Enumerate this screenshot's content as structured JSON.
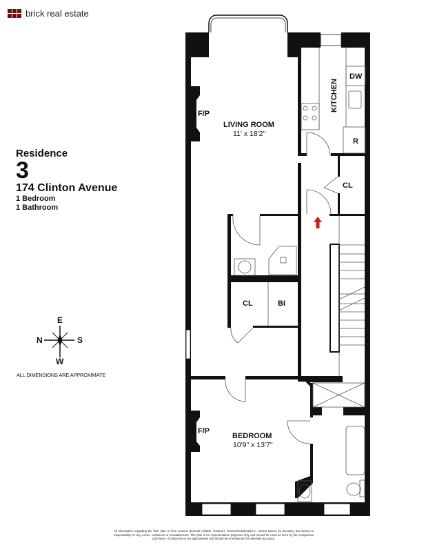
{
  "brand": {
    "name": "brick real estate",
    "color": "#6b0f14"
  },
  "residence": {
    "label": "Residence",
    "number": "3",
    "address": "174 Clinton Avenue",
    "bedrooms": "1 Bedroom",
    "bathrooms": "1 Bathroom"
  },
  "compass": {
    "n": "N",
    "e": "E",
    "s": "S",
    "w": "W"
  },
  "note": "ALL DIMENSIONS ARE APPROXIMATE",
  "rooms": {
    "living": {
      "name": "LIVING ROOM",
      "dims": "11' x 18'2\""
    },
    "bedroom": {
      "name": "BEDROOM",
      "dims": "10'9\" x 13'7\""
    },
    "kitchen": "KITCHEN",
    "dw": "DW",
    "r": "R",
    "fp_living": "F/P",
    "fp_bedroom": "F/P",
    "cl_hall": "CL",
    "cl_mid": "CL",
    "bi": "BI"
  },
  "entry_arrow_color": "#e0141b",
  "disclaimer": "All information regarding the floor plan is from sources deemed reliable. However, OnLineResidential,Inc. cannot assure its accuracy and bears no responsibility for any errors, omissions or misstatements. The plan is for representation purposes only and should be used as such by the prospective purchaser. All dimensions are approximate and should be re-measured for absolute accuracy."
}
